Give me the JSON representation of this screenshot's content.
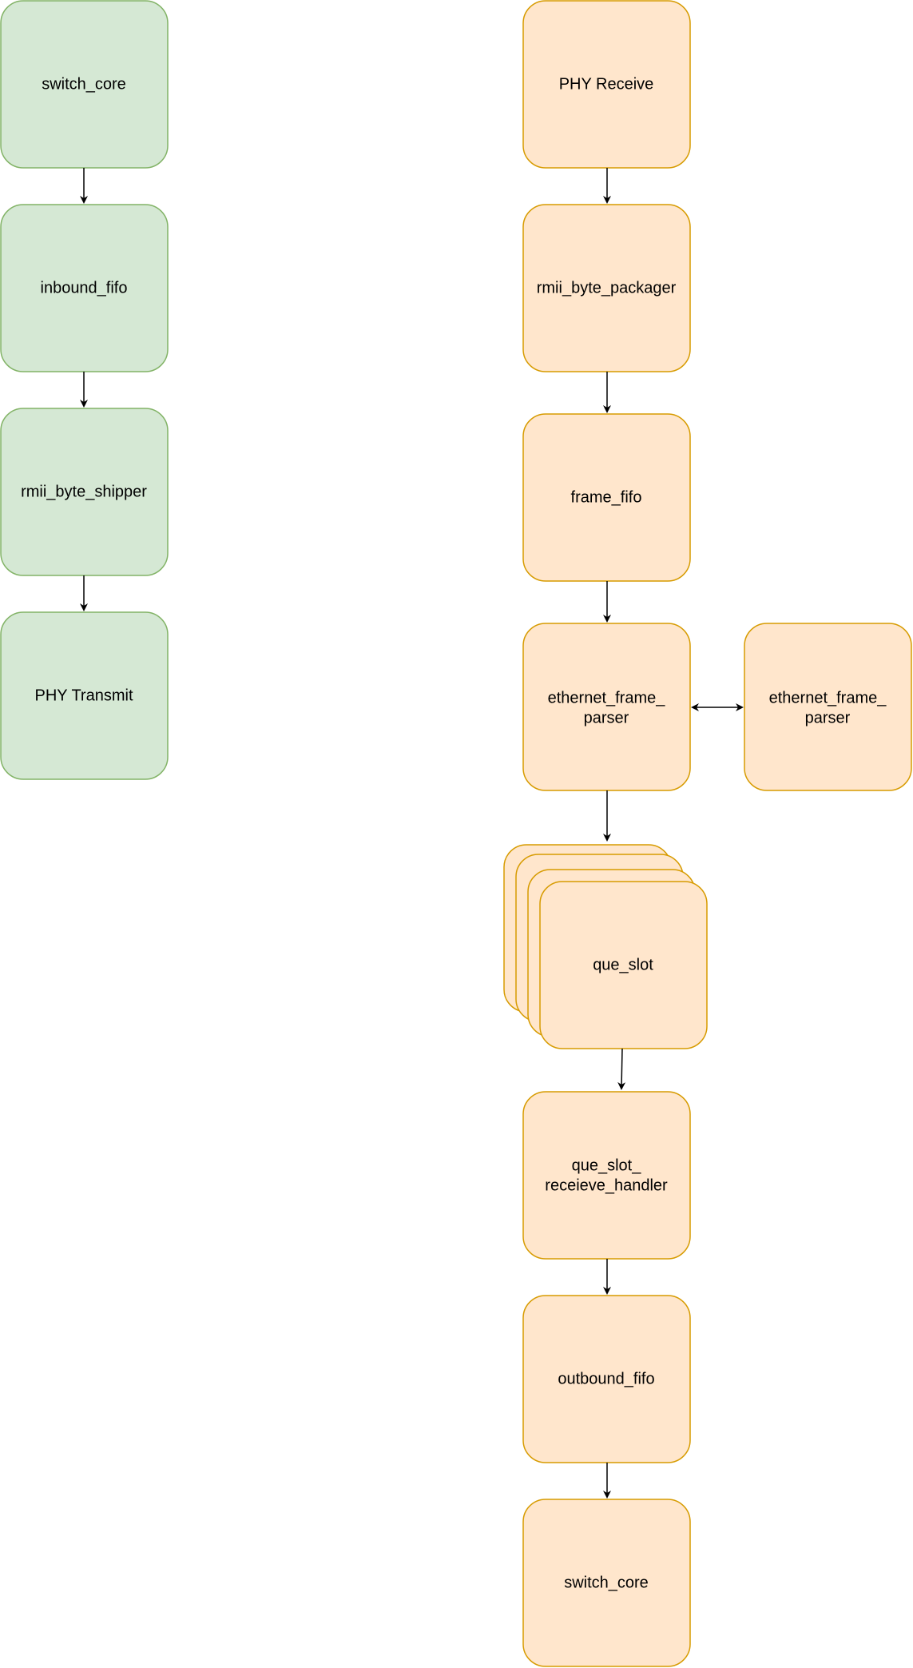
{
  "colors": {
    "transmit_fill": "#d5e8d4",
    "transmit_stroke": "#82b366",
    "receive_fill": "#ffe6cc",
    "receive_stroke": "#d79b00",
    "arrow": "#000000"
  },
  "transmit_path": {
    "switch_core": "switch_core",
    "inbound_fifo": "inbound_fifo",
    "rmii_byte_shipper": "rmii_byte_shipper",
    "phy_transmit": "PHY Transmit"
  },
  "receive_path": {
    "phy_receive": "PHY Receive",
    "rmii_byte_packager": "rmii_byte_packager",
    "frame_fifo": "frame_fifo",
    "ethernet_frame_parser": [
      "ethernet_frame_",
      "parser"
    ],
    "ethernet_frame_parser_peer": [
      "ethernet_frame_",
      "parser"
    ],
    "que_slot": "que_slot",
    "que_slot_receive_handler": [
      "que_slot_",
      "receieve_handler"
    ],
    "outbound_fifo": "outbound_fifo",
    "switch_core": "switch_core"
  }
}
